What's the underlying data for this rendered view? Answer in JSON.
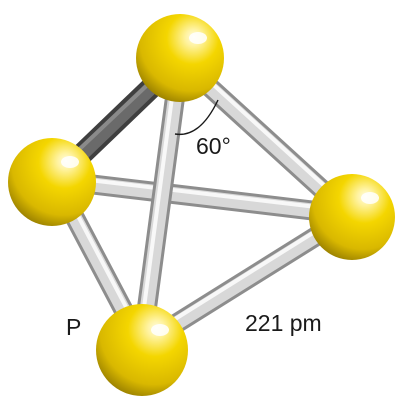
{
  "title": "",
  "labels": {
    "angle": "60°",
    "atom": "P",
    "bond_length": "221 pm"
  },
  "colors": {
    "atom": "#e8c800",
    "atom_highlight": "#fff7b0",
    "atom_shadow": "#8c7400",
    "bond": "#d6d6d6",
    "bond_highlight": "#f8f8f8",
    "bond_shadow": "#8e8e8e",
    "back_bond": "#5e5e5e",
    "text": "#1a1a1a"
  },
  "icons": {
    "atom": "sphere",
    "bond": "cylinder"
  }
}
